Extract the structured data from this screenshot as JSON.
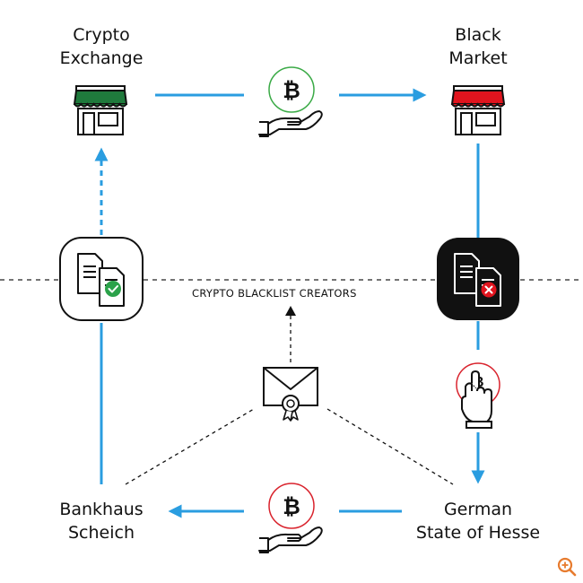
{
  "nodes": {
    "crypto_exchange": {
      "line1": "Crypto",
      "line2": "Exchange"
    },
    "black_market": {
      "line1": "Black",
      "line2": "Market"
    },
    "bankhaus": {
      "line1": "Bankhaus",
      "line2": "Scheich"
    },
    "hesse": {
      "line1": "German",
      "line2": "State of Hesse"
    }
  },
  "center_label": "CRYPTO BLACKLIST CREATORS",
  "colors": {
    "arrow": "#2a9de0",
    "green": "#1f7a3c",
    "red": "#e0141e",
    "dark": "#111111",
    "ring_green": "#3aaa46",
    "ring_red": "#d9232d"
  },
  "icons": {
    "store_green": "green-awning-store-icon",
    "store_red": "red-awning-store-icon",
    "hand_bitcoin": "hand-holding-bitcoin-icon",
    "approved_docs": "documents-checkmark-icon",
    "rejected_docs": "documents-x-icon",
    "hand_press": "hand-pressing-bitcoin-icon",
    "envelope": "certificate-envelope-icon",
    "zoom": "zoom-in-icon"
  }
}
